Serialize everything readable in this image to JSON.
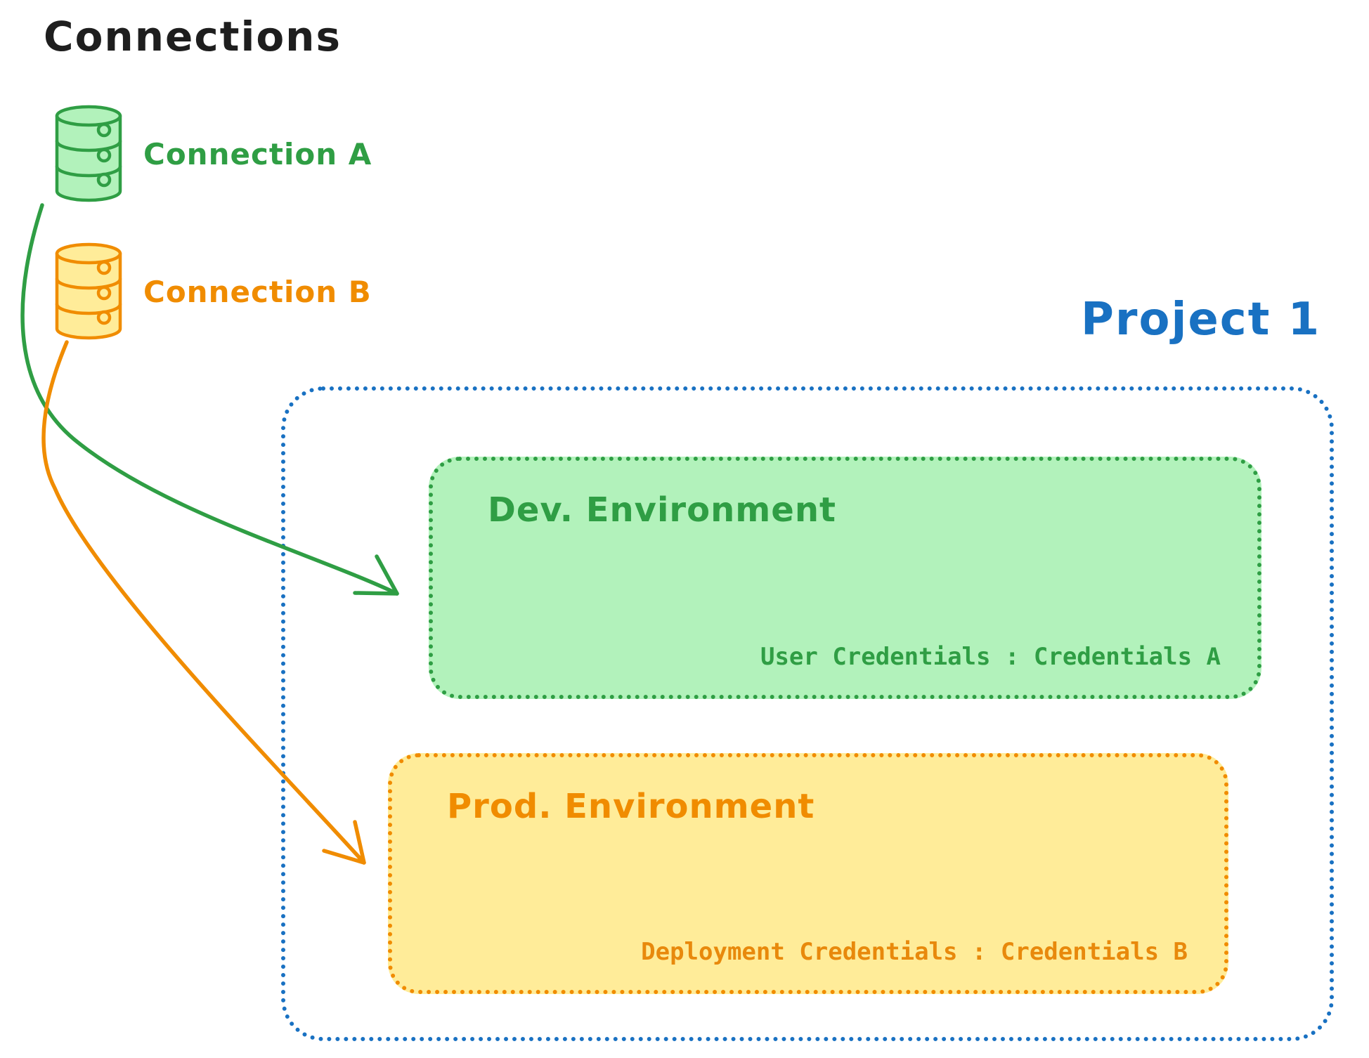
{
  "diagram": {
    "title": "Connections",
    "colors": {
      "title_ink": "#1e1e1e",
      "green_stroke": "#2f9e44",
      "green_fill": "#b2f2bb",
      "orange_stroke": "#f08c00",
      "orange_fill": "#ffec99",
      "blue_stroke": "#1971c2",
      "background": "#ffffff"
    },
    "connections": {
      "items": [
        {
          "label": "Connection A",
          "icon": "database-icon",
          "color": "#2f9e44"
        },
        {
          "label": "Connection B",
          "icon": "database-icon",
          "color": "#f08c00"
        }
      ]
    },
    "project": {
      "title": "Project 1",
      "border_style": "dotted",
      "environments": [
        {
          "name": "Dev. Environment",
          "credentials_text": "User Credentials : Credentials A",
          "fill": "#b2f2bb",
          "stroke": "#2f9e44",
          "source_connection": "Connection A"
        },
        {
          "name": "Prod. Environment",
          "credentials_text": "Deployment Credentials : Credentials B",
          "fill": "#ffec99",
          "stroke": "#f08c00",
          "source_connection": "Connection B"
        }
      ]
    }
  }
}
